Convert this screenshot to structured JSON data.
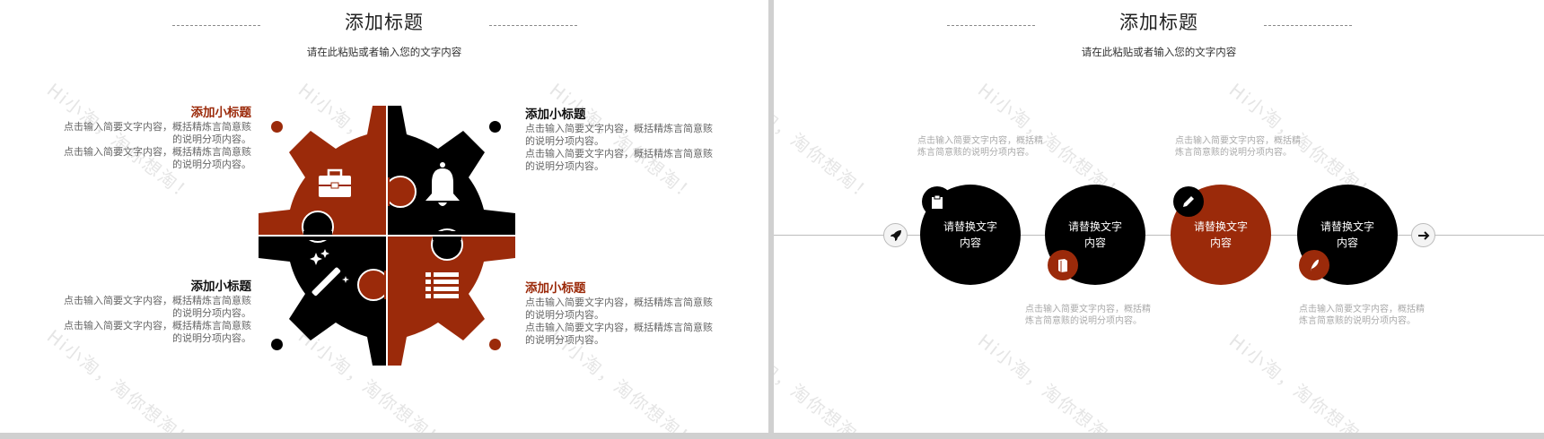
{
  "colors": {
    "accent": "#9b2a0a",
    "dark": "#000000",
    "text_muted": "#666666"
  },
  "watermark": "Hi小淘，淘你想淘！",
  "slide_left": {
    "title": "添加标题",
    "subtitle": "请在此粘贴或者输入您的文字内容",
    "items": [
      {
        "heading": "添加小标题",
        "line1": "点击输入简要文字内容，概括精炼言简意赅的说明分项内容。",
        "line2": "点击输入简要文字内容，概括精炼言简意赅的说明分项内容。",
        "icon": "briefcase-icon"
      },
      {
        "heading": "添加小标题",
        "line1": "点击输入简要文字内容，概括精炼言简意赅的说明分项内容。",
        "line2": "点击输入简要文字内容，概括精炼言简意赅的说明分项内容。",
        "icon": "bell-icon"
      },
      {
        "heading": "添加小标题",
        "line1": "点击输入简要文字内容，概括精炼言简意赅的说明分项内容。",
        "line2": "点击输入简要文字内容，概括精炼言简意赅的说明分项内容。",
        "icon": "magic-wand-icon"
      },
      {
        "heading": "添加小标题",
        "line1": "点击输入简要文字内容，概括精炼言简意赅的说明分项内容。",
        "line2": "点击输入简要文字内容，概括精炼言简意赅的说明分项内容。",
        "icon": "list-icon"
      }
    ]
  },
  "slide_right": {
    "title": "添加标题",
    "subtitle": "请在此粘贴或者输入您的文字内容",
    "start_icon": "rocket-icon",
    "end_icon": "arrow-right-icon",
    "steps": [
      {
        "label": "请替换文字内容",
        "icon": "clipboard-icon",
        "note": "点击输入简要文字内容，概括精炼言简意赅的说明分项内容。"
      },
      {
        "label": "请替换文字内容",
        "icon": "book-icon",
        "note": "点击输入简要文字内容，概括精炼言简意赅的说明分项内容。"
      },
      {
        "label": "请替换文字内容",
        "icon": "pencil-icon",
        "note": "点击输入简要文字内容，概括精炼言简意赅的说明分项内容。"
      },
      {
        "label": "请替换文字内容",
        "icon": "feather-icon",
        "note": "点击输入简要文字内容，概括精炼言简意赅的说明分项内容。"
      }
    ]
  }
}
